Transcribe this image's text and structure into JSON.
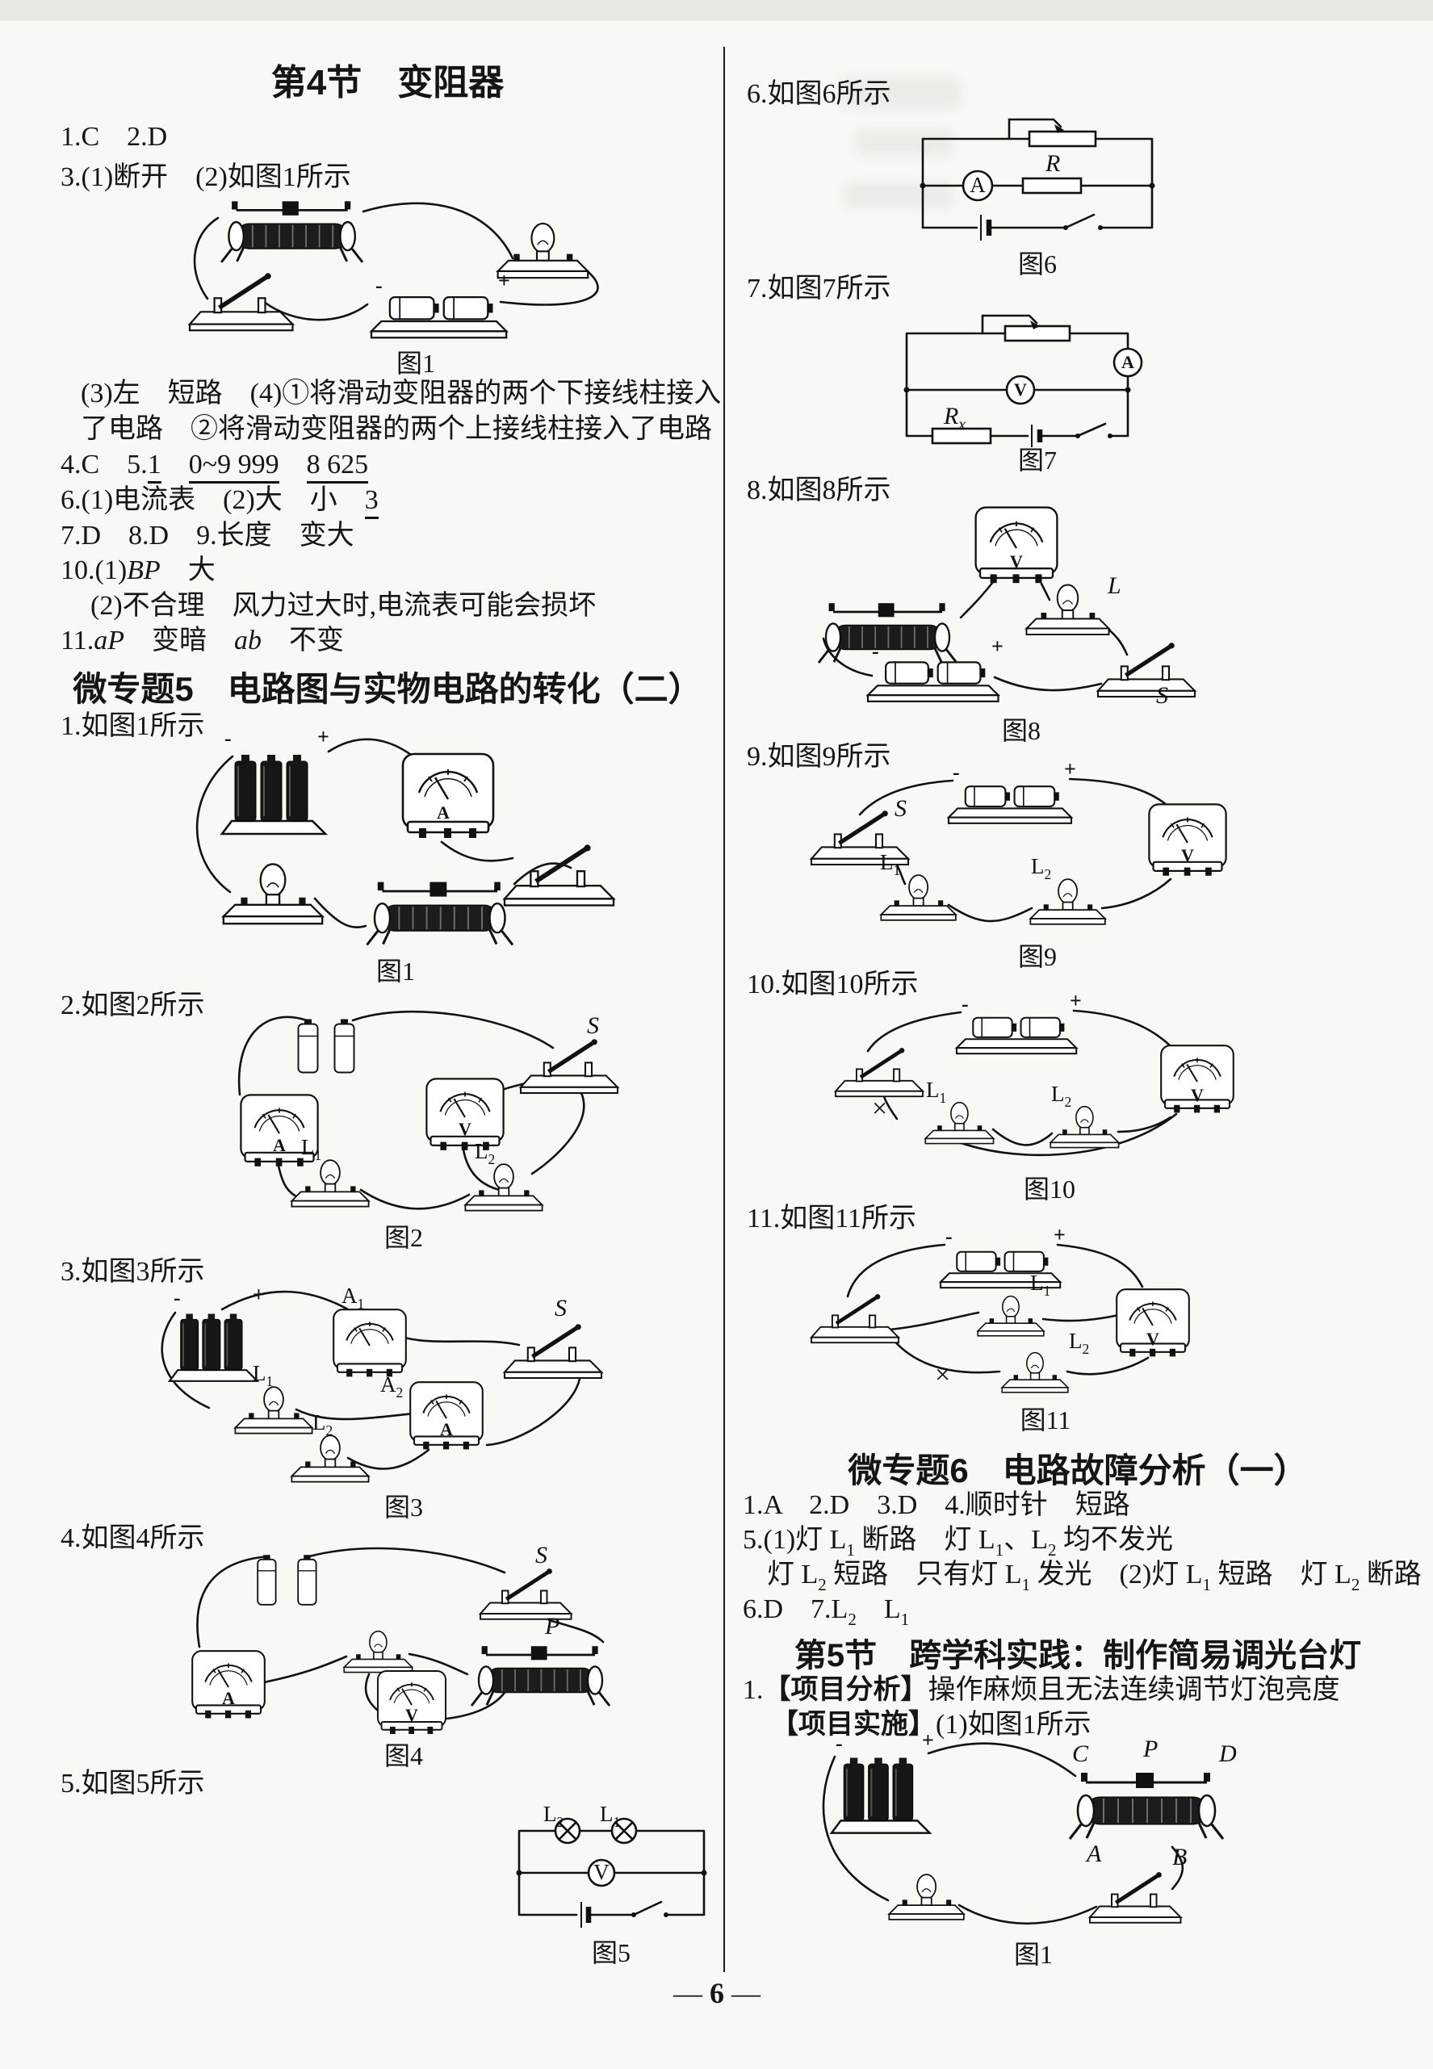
{
  "page": {
    "number": "6",
    "dash": "—"
  },
  "caps": {
    "c1": "图1",
    "c2": "图2",
    "c3": "图3",
    "c4": "图4",
    "c5": "图5",
    "c6": "图6",
    "c7": "图7",
    "c8": "图8",
    "c9": "图9",
    "c10": "图10",
    "c11": "图11"
  },
  "lab": {
    "L": "L",
    "n1": "1",
    "n2": "2",
    "A": "A",
    "V": "V",
    "S": "S",
    "P": "P",
    "R": "R",
    "x": "x",
    "C": "C",
    "D": "D",
    "B": "B",
    "minus": "-",
    "plus": "+",
    "cross": "×"
  },
  "sec4": {
    "title": "第4节　变阻器",
    "l1": "1.C　2.D",
    "l2": "3.(1)断开　(2)如图1所示",
    "l3a": "(3)左　短路　(4)①将滑动变阻器的两个下接线柱接入",
    "l3b": "了电路　②将滑动变阻器的两个上接线柱接入了电路",
    "l4a": "4.C　5.",
    "l4u1": "1",
    "l4sp1": "　",
    "l4u2": "0~9 999",
    "l4sp2": "　",
    "l4u3": "8 625",
    "l5a": "6.(1)电流表　(2)大　小　",
    "l5u": "3",
    "l6": "7.D　8.D　9.长度　变大",
    "l7a": "10.(1)",
    "l7i": "BP",
    "l7b": "　大",
    "l8": "(2)不合理　风力过大时,电流表可能会损坏",
    "l9a": "11.",
    "l9i1": "aP",
    "l9b": "　变暗　",
    "l9i2": "ab",
    "l9c": "　不变"
  },
  "m5": {
    "title": "微专题5　电路图与实物电路的转化（二）",
    "i1": "1.如图1所示",
    "i2": "2.如图2所示",
    "i3": "3.如图3所示",
    "i4": "4.如图4所示",
    "i5": "5.如图5所示"
  },
  "r": {
    "i6": "6.如图6所示",
    "i7": "7.如图7所示",
    "i8": "8.如图8所示",
    "i9": "9.如图9所示",
    "i10": "10.如图10所示",
    "i11": "11.如图11所示"
  },
  "m6": {
    "title": "微专题6　电路故障分析（一）",
    "l1": "1.A　2.D　3.D　4.顺时针　短路",
    "l2a": "5.(1)灯 L",
    "l2b": " 断路　灯 L",
    "l2c": "、L",
    "l2d": " 均不发光",
    "l3a": "灯 L",
    "l3b": " 短路　只有灯 L",
    "l3c": " 发光　(2)灯 L",
    "l3d": " 短路　灯 L",
    "l3e": " 断路",
    "l4a": "6.D　7.L",
    "l4b": "　L"
  },
  "s5": {
    "title": "第5节　跨学科实践：制作简易调光台灯",
    "l1a": "1.",
    "l1b": "【项目分析】",
    "l1c": "操作麻烦且无法连续调节灯泡亮度",
    "l2a": "【项目实施】",
    "l2b": "(1)如图1所示"
  }
}
